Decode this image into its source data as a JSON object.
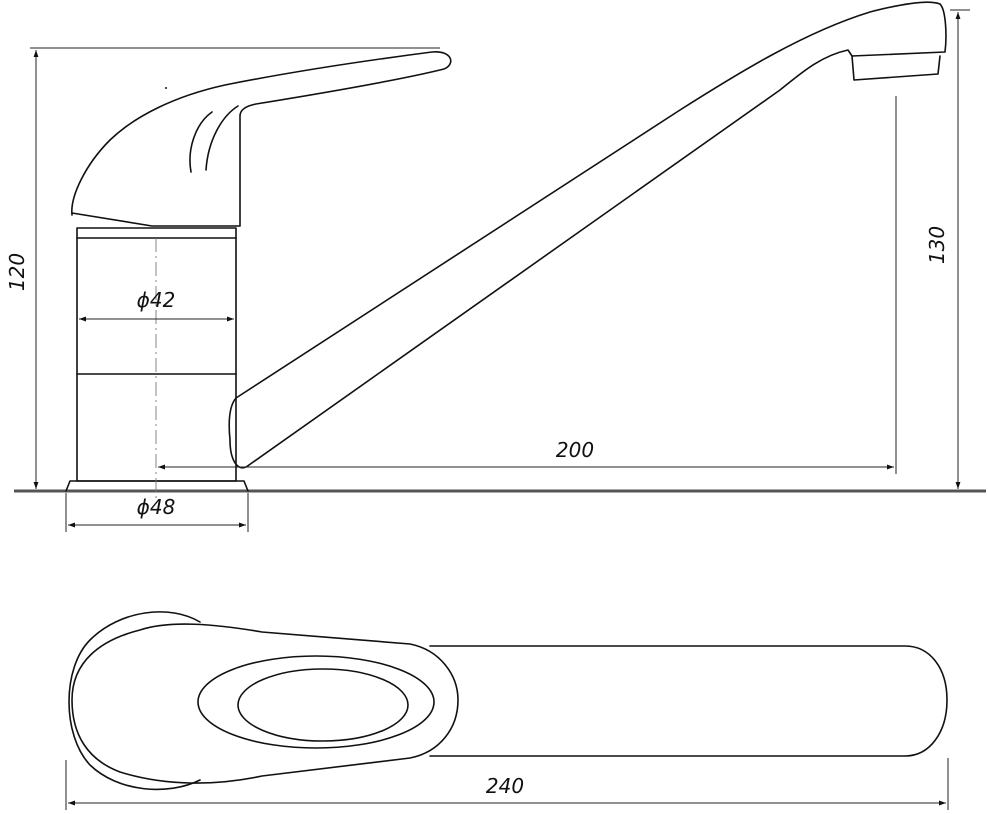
{
  "dimensions": {
    "height_body": "120",
    "height_spout": "130",
    "body_diameter": "ϕ42",
    "base_diameter": "ϕ48",
    "spout_reach": "200",
    "total_length": "240"
  }
}
